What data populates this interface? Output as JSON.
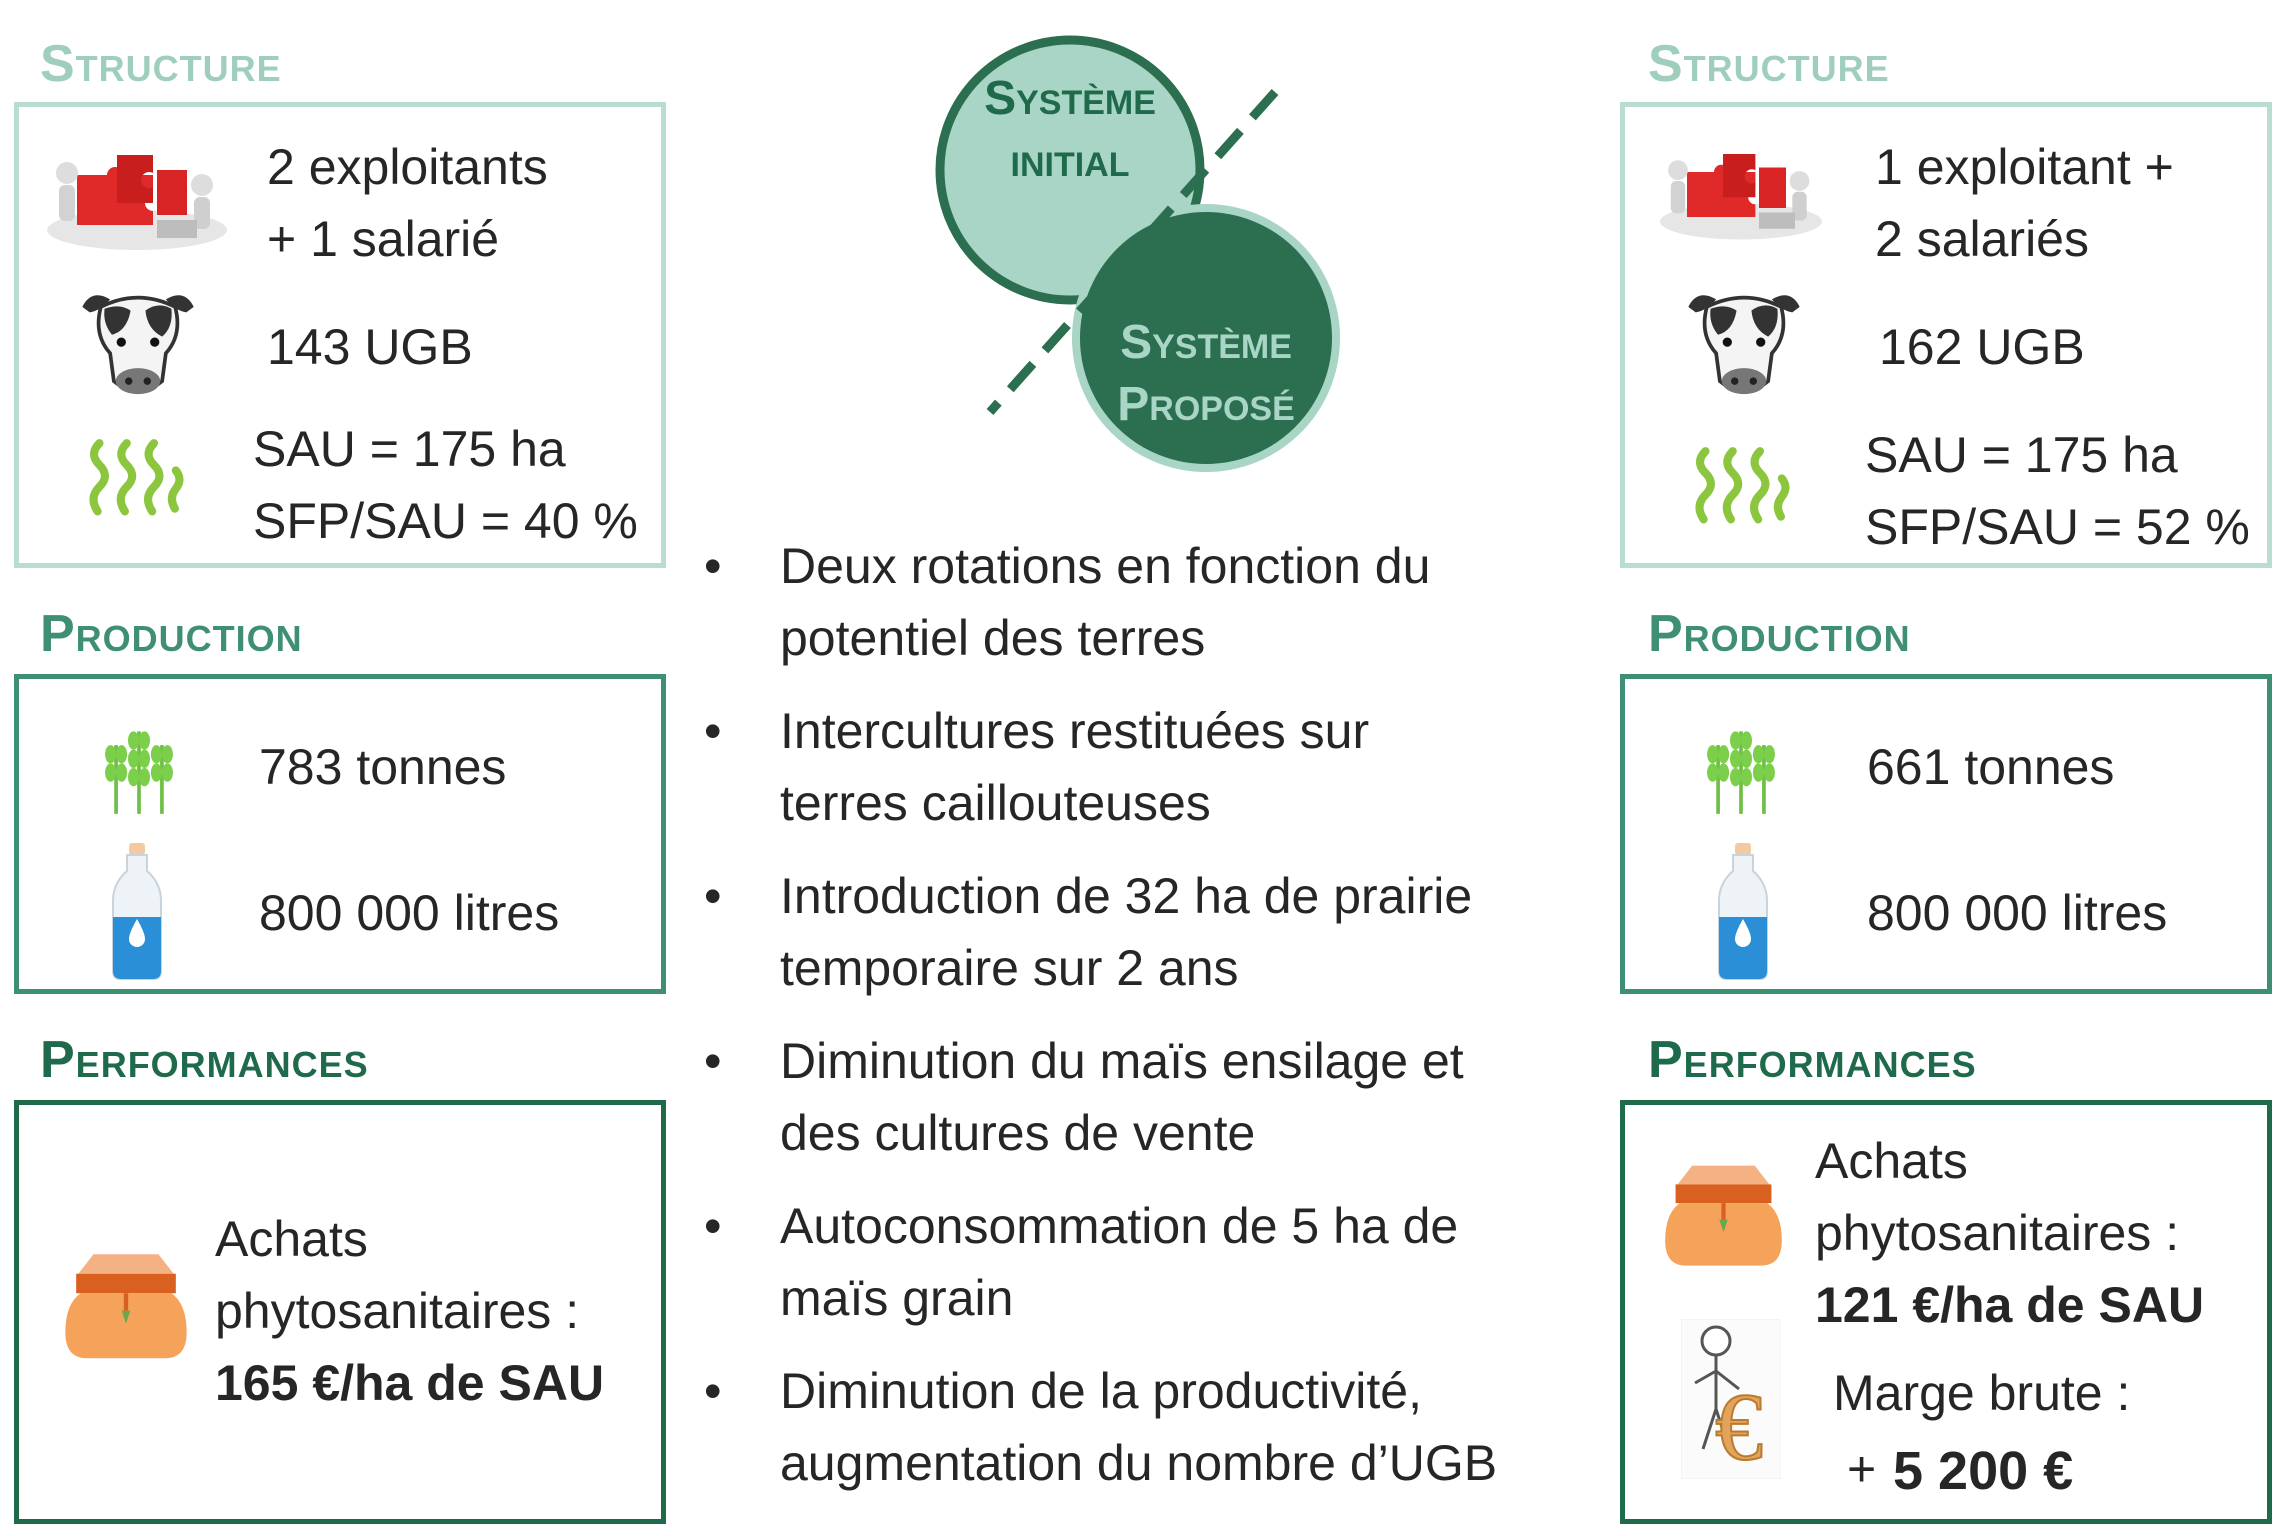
{
  "left": {
    "structure": {
      "heading": "Structure",
      "workers_line1": "2 exploitants",
      "workers_line2": "+ 1 salarié",
      "livestock": "143 UGB",
      "sau": "SAU = 175 ha",
      "sfp": "SFP/SAU = 40 %"
    },
    "production": {
      "heading": "Production",
      "grain": "783 tonnes",
      "milk": "800 000 litres"
    },
    "performances": {
      "heading": "Performances",
      "purchases_line1": "Achats",
      "purchases_line2": "phytosanitaires :",
      "purchases_value": "165 €/ha de SAU"
    }
  },
  "center": {
    "initial_line1": "Système",
    "initial_line2": "initial",
    "proposed_line1": "Système",
    "proposed_line2": "Proposé",
    "bullets": [
      {
        "line1": "Deux rotations en fonction du",
        "line2": "potentiel des terres"
      },
      {
        "line1": "Intercultures restituées sur",
        "line2": "terres caillouteuses"
      },
      {
        "line1": "Introduction de 32 ha de prairie",
        "line2": "temporaire sur 2 ans"
      },
      {
        "line1": "Diminution du maïs ensilage et",
        "line2": "des cultures de vente"
      },
      {
        "line1": "Autoconsommation de 5 ha de",
        "line2": "maïs grain"
      },
      {
        "line1": "Diminution de la productivité,",
        "line2": "augmentation du nombre d’UGB"
      }
    ]
  },
  "right": {
    "structure": {
      "heading": "Structure",
      "workers_line1": "1 exploitant +",
      "workers_line2": "2 salariés",
      "livestock": "162 UGB",
      "sau": "SAU = 175 ha",
      "sfp": "SFP/SAU = 52 %"
    },
    "production": {
      "heading": "Production",
      "grain": "661 tonnes",
      "milk": "800 000 litres"
    },
    "performances": {
      "heading": "Performances",
      "purchases_line1": "Achats",
      "purchases_line2": "phytosanitaires :",
      "purchases_value": "121 €/ha de SAU",
      "margin_label": "Marge brute :",
      "margin_sign": "+",
      "margin_value": "5 200 €"
    }
  },
  "colors": {
    "light_green": "#b9ddd0",
    "mid_green": "#3f8f73",
    "dark_green": "#1f6a4b",
    "circle_initial": "#a8d5c5",
    "circle_proposed": "#2b6e50"
  },
  "icons": [
    "puzzle-team-icon",
    "cow-icon",
    "grass-icon",
    "wheat-icon",
    "milk-bottle-icon",
    "grain-sack-icon",
    "euro-figure-icon"
  ]
}
